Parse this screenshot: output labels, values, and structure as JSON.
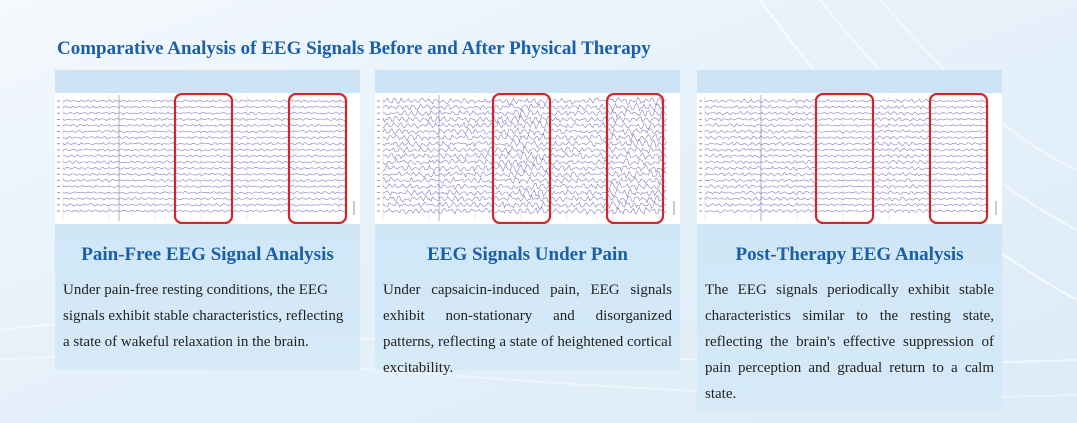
{
  "title": "Comparative Analysis of EEG Signals Before and After Physical Therapy",
  "colors": {
    "title": "#1a5fa8",
    "highlight": "#d0252a",
    "trace": "#7268b8",
    "card_bg": "#cfe5f6"
  },
  "panels": [
    {
      "title": "Pain-Free EEG Signal Analysis",
      "text": "Under pain-free resting conditions, the EEG signals exhibit stable characteristics, reflecting a state of wakeful relaxation in the brain."
    },
    {
      "title": "EEG Signals Under Pain",
      "text": "Under capsaicin-induced pain, EEG signals exhibit non-stationary and disorganized patterns, reflecting a state of heightened cortical excitability."
    },
    {
      "title": "Post-Therapy EEG Analysis",
      "text": "The EEG signals periodically exhibit stable characteristics similar to the resting state, reflecting the brain's effective suppression of pain perception and gradual return to a calm state."
    }
  ]
}
